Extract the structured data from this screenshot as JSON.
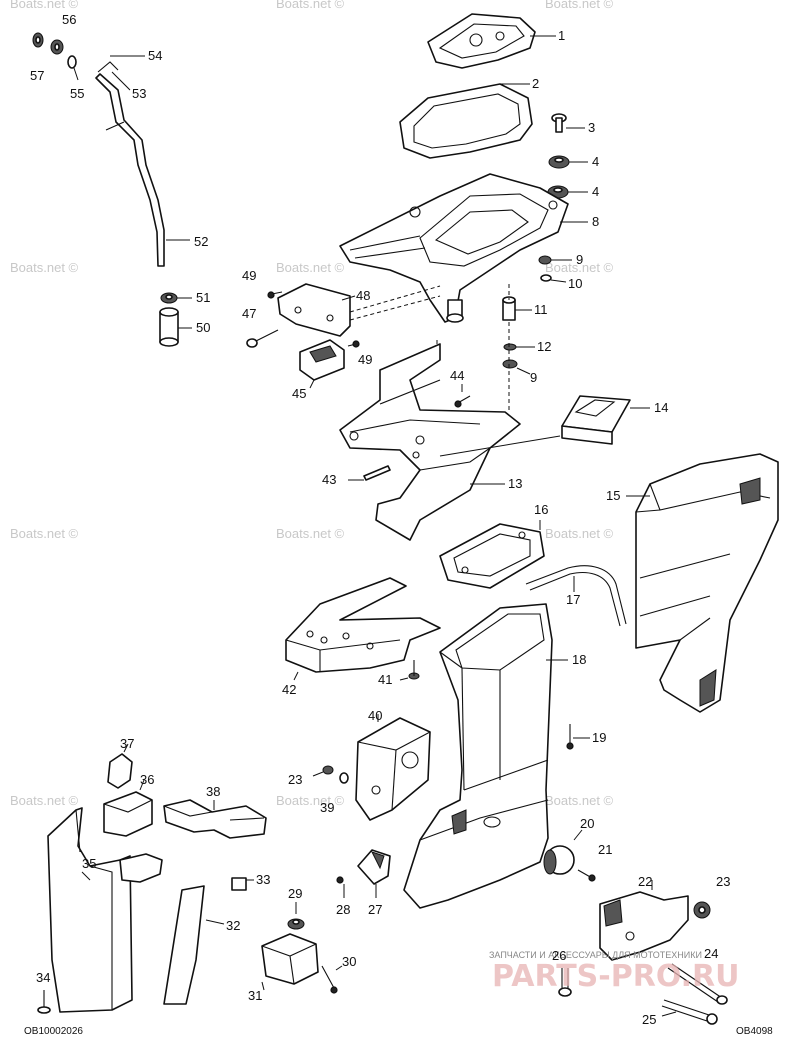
{
  "watermarks": [
    "Boats.net ©",
    "Boats.net ©",
    "Boats.net ©",
    "Boats.net ©",
    "Boats.net ©",
    "Boats.net ©",
    "Boats.net ©",
    "Boats.net ©",
    "Boats.net ©",
    "Boats.net ©",
    "Boats.net ©",
    "Boats.net ©"
  ],
  "shop_watermark": {
    "text": "ЗАПЧАСТИ И АКСЕССУАРЫ ДЛЯ МОТОТЕХНИКИ",
    "brand": "PARTS-PRO.RU"
  },
  "codes": {
    "left": "OB10002026",
    "right": "OB4098"
  },
  "callouts": [
    "1",
    "2",
    "3",
    "4",
    "4",
    "8",
    "9",
    "10",
    "11",
    "12",
    "9",
    "14",
    "13",
    "15",
    "16",
    "17",
    "18",
    "19",
    "20",
    "21",
    "22",
    "23",
    "24",
    "25",
    "26",
    "27",
    "28",
    "29",
    "30",
    "31",
    "32",
    "33",
    "34",
    "35",
    "36",
    "37",
    "38",
    "39",
    "23",
    "40",
    "41",
    "42",
    "43",
    "44",
    "45",
    "47",
    "48",
    "49",
    "49",
    "50",
    "51",
    "52",
    "53",
    "54",
    "55",
    "56",
    "57"
  ]
}
